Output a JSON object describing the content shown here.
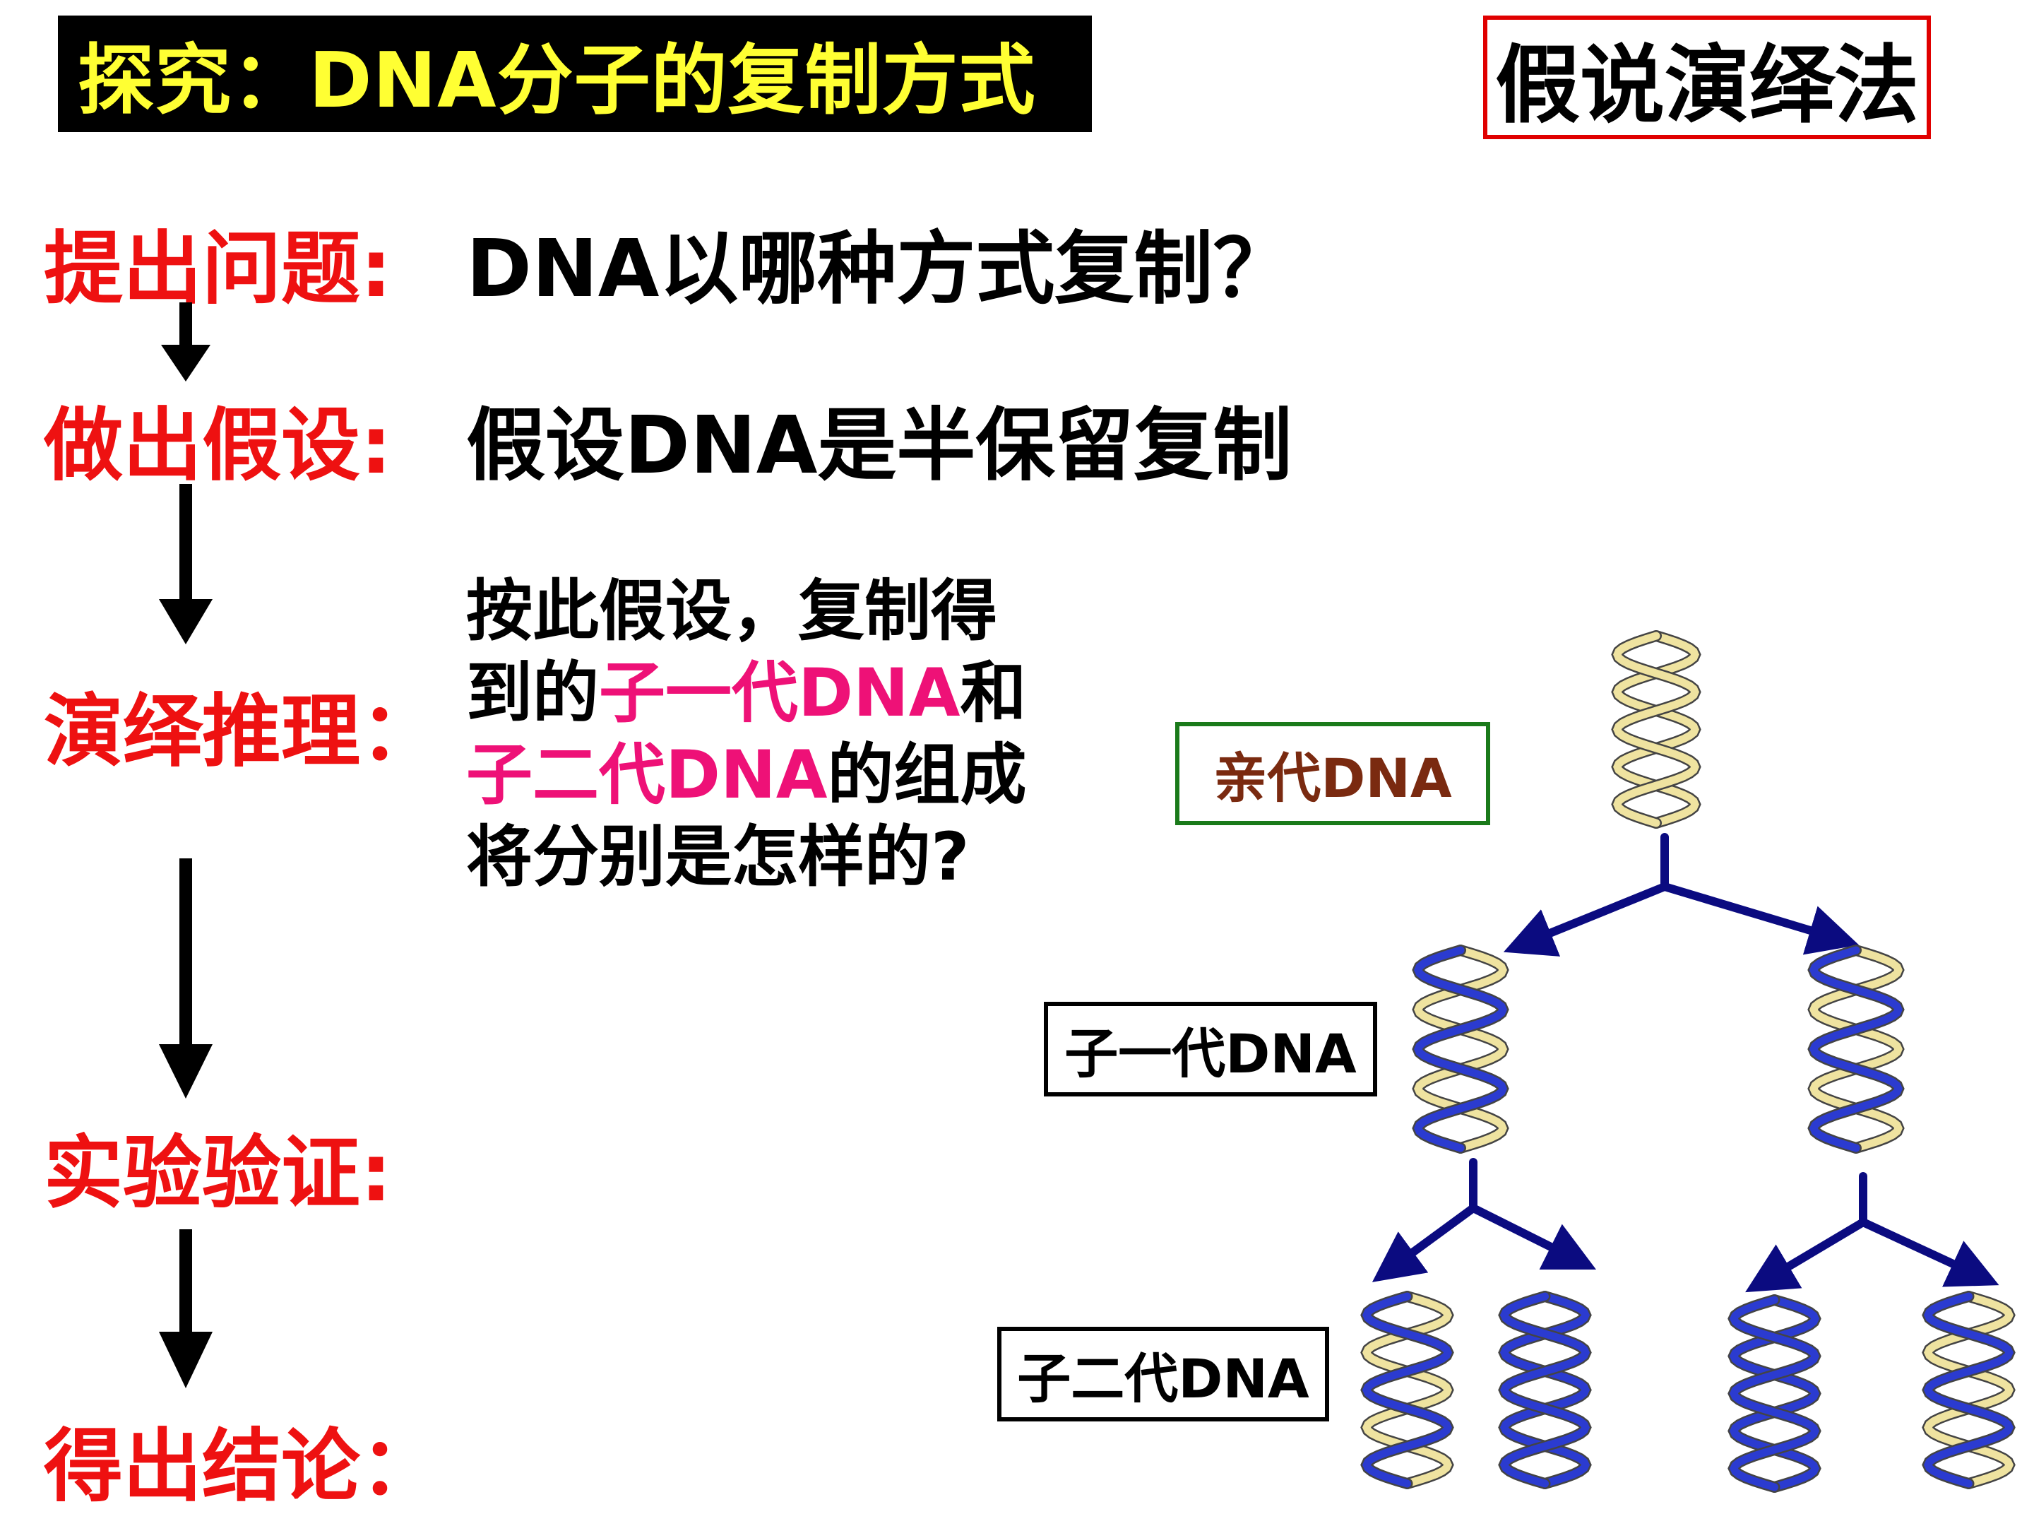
{
  "header": {
    "title": "探究：DNA分子的复制方式",
    "method": "假说演绎法"
  },
  "steps": [
    {
      "label": "提出问题:",
      "content": "DNA以哪种方式复制？"
    },
    {
      "label": "做出假设:",
      "content": "假设DNA是半保留复制"
    },
    {
      "label": "演绎推理："
    },
    {
      "label": "实验验证:"
    },
    {
      "label": "得出结论："
    }
  ],
  "deduction": {
    "line1": "按此假设，复制得",
    "line2_a": "到的",
    "line2_b": "子一代DNA",
    "line2_c": "和",
    "line3_a": "子二代DNA",
    "line3_b": "的组成",
    "line4": "将分别是怎样的?"
  },
  "diagram": {
    "parent_label": "亲代DNA",
    "gen1_label": "子一代DNA",
    "gen2_label": "子二代DNA"
  },
  "colors": {
    "title_bg": "#000000",
    "title_text": "#ffff33",
    "step_red": "#ee1111",
    "highlight_pink": "#ee1177",
    "method_border": "#e00000",
    "parent_border": "#1a7a1a",
    "parent_text": "#7a2a10",
    "arrow_navy": "#0b0b80",
    "strand_blue": "#2b3bd0",
    "strand_beige": "#efe3a0"
  }
}
